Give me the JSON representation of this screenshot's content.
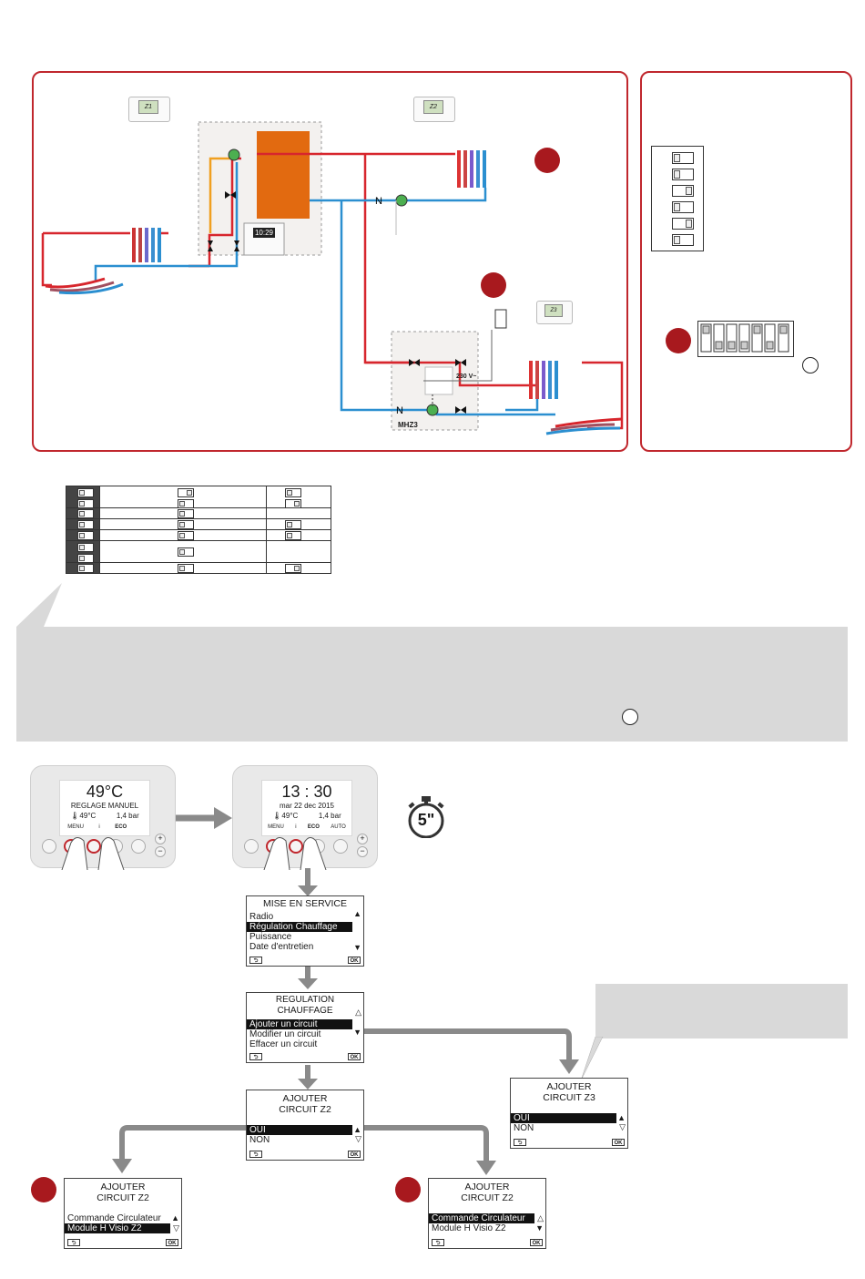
{
  "colors": {
    "accent_red": "#c0272d",
    "hot_pipe": "#d7262d",
    "cold_pipe": "#2b8fd0",
    "boiler": "#e26a10",
    "gray_band": "#d9d9d9",
    "arrow": "#8a8a8a",
    "pump": "#4caf50"
  },
  "diagram": {
    "thermostat_z1": "Z1",
    "thermostat_z2": "Z2",
    "thermostat_z3": "Z3",
    "boiler_clock": "10:29",
    "module_voltage": "230 V~",
    "module_label": "MHZ3"
  },
  "controller_left": {
    "temp": "49°C",
    "mode": "REGLAGE MANUEL",
    "stat1": "🌡49°C",
    "stat2": "1,4 bar",
    "btn1": "MENU",
    "btn2": "i",
    "btn3": "ECO",
    "btn4": ""
  },
  "controller_right": {
    "time": "13 : 30",
    "date": "mar 22 dec 2015",
    "stat1": "🌡49°C",
    "stat2": "1,4 bar",
    "btn1": "MENU",
    "btn2": "i",
    "btn3": "ECO",
    "btn4": "AUTO"
  },
  "timer": {
    "label": "5\""
  },
  "screen_mise": {
    "title": "MISE EN SERVICE",
    "items": [
      "Radio",
      "Régulation Chauffage",
      "Puissance",
      "Date d'entretien"
    ]
  },
  "screen_regul": {
    "title": "REGULATION CHAUFFAGE",
    "items": [
      "Ajouter un circuit",
      "Modifier un circuit",
      "Effacer un circuit"
    ]
  },
  "screen_add_z2": {
    "title1": "AJOUTER",
    "title2": "CIRCUIT Z2",
    "items": [
      "OUI",
      "NON"
    ]
  },
  "screen_add_z3": {
    "title1": "AJOUTER",
    "title2": "CIRCUIT Z3",
    "items": [
      "OUI",
      "NON"
    ]
  },
  "screen_left_z2": {
    "title1": "AJOUTER",
    "title2": "CIRCUIT Z2",
    "items": [
      "Commande Circulateur",
      "Module H Visio Z2"
    ]
  },
  "screen_right_z2": {
    "title1": "AJOUTER",
    "title2": "CIRCUIT Z2",
    "items": [
      "Commande Circulateur",
      "Module H Visio Z2"
    ]
  },
  "keys": {
    "back": "⮌",
    "ok": "OK"
  }
}
